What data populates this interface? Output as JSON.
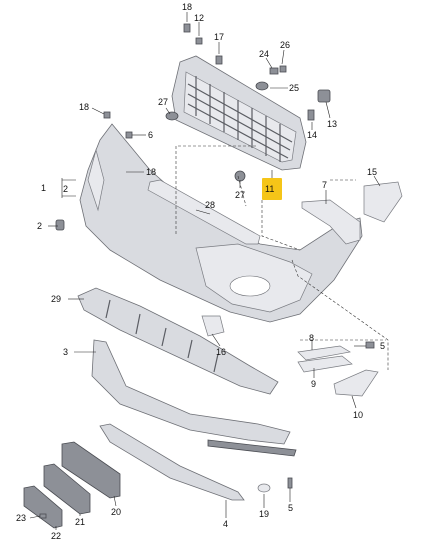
{
  "diagram": {
    "callouts": {
      "c1": "1",
      "c2a": "2",
      "c2b": "2",
      "c3": "3",
      "c4": "4",
      "c5a": "5",
      "c5b": "5",
      "c6": "6",
      "c7": "7",
      "c8": "8",
      "c9": "9",
      "c10": "10",
      "c11": "11",
      "c12": "12",
      "c13": "13",
      "c14": "14",
      "c15": "15",
      "c16": "16",
      "c17": "17",
      "c18a": "18",
      "c18b": "18",
      "c18c": "18",
      "c19": "19",
      "c20": "20",
      "c21": "21",
      "c22": "22",
      "c23": "23",
      "c24": "24",
      "c25": "25",
      "c26": "26",
      "c27a": "27",
      "c27b": "27",
      "c28": "28",
      "c29": "29"
    },
    "highlight_color": "#f5c518"
  }
}
